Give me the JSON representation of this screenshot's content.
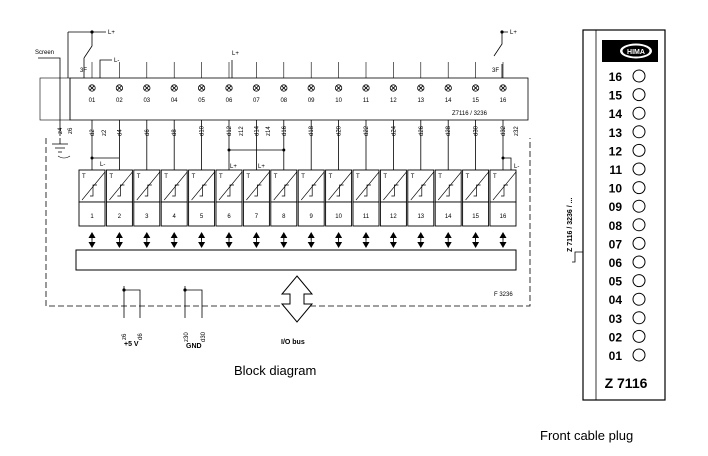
{
  "block_diagram": {
    "caption": "Block diagram",
    "screen_label": "Screen",
    "lplus_label": "L+",
    "lminus_label": "L-",
    "fuse_label": "3F",
    "connector_label": "Z7116 / 3236",
    "module_label": "F 3236",
    "io_bus_label": "I/O bus",
    "supply_5v": {
      "pins": [
        "z6",
        "d6"
      ],
      "label": "+5 V"
    },
    "supply_gnd": {
      "pins": [
        "z30",
        "d30"
      ],
      "label": "GND"
    },
    "shield_pins": [
      "z4",
      "z6"
    ],
    "terminals": [
      "01",
      "02",
      "03",
      "04",
      "05",
      "06",
      "07",
      "08",
      "09",
      "10",
      "11",
      "12",
      "13",
      "14",
      "15",
      "16"
    ],
    "channels": [
      "1",
      "2",
      "3",
      "4",
      "5",
      "6",
      "7",
      "8",
      "9",
      "10",
      "11",
      "12",
      "13",
      "14",
      "15",
      "16"
    ],
    "pins": [
      "d2",
      "d4",
      "d6",
      "d8",
      "d10",
      "d12",
      "d14",
      "d16",
      "d18",
      "d20",
      "d22",
      "d24",
      "d26",
      "d28",
      "d30",
      "d32"
    ],
    "z_pins": [
      "z2",
      "z12",
      "z14",
      "z32"
    ],
    "relay_label": "T"
  },
  "front_plug": {
    "caption": "Front cable plug",
    "brand": "HIMA",
    "side_label": "Z 7116 / 3236 / ...",
    "model": "Z 7116",
    "numbers": [
      "16",
      "15",
      "14",
      "13",
      "12",
      "11",
      "10",
      "09",
      "08",
      "07",
      "06",
      "05",
      "04",
      "03",
      "02",
      "01"
    ]
  }
}
